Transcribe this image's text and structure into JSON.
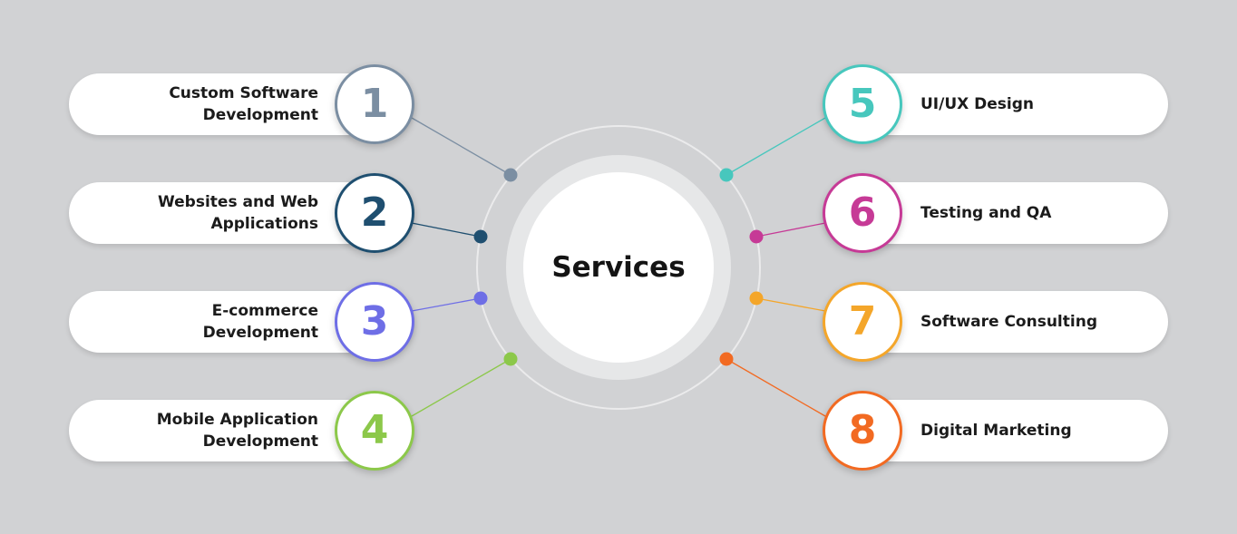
{
  "title": "Services",
  "services": [
    {
      "number": "1",
      "label": "Custom Software\nDevelopment",
      "color": "#7b8ea2",
      "side": "left"
    },
    {
      "number": "2",
      "label": "Websites and Web\nApplications",
      "color": "#1f4f70",
      "side": "left"
    },
    {
      "number": "3",
      "label": "E-commerce\nDevelopment",
      "color": "#6e6ee6",
      "side": "left"
    },
    {
      "number": "4",
      "label": "Mobile Application\nDevelopment",
      "color": "#8cc84a",
      "side": "left"
    },
    {
      "number": "5",
      "label": "UI/UX Design",
      "color": "#47c7bd",
      "side": "right"
    },
    {
      "number": "6",
      "label": "Testing and QA",
      "color": "#c63a96",
      "side": "right"
    },
    {
      "number": "7",
      "label": "Software Consulting",
      "color": "#f4a62a",
      "side": "right"
    },
    {
      "number": "8",
      "label": "Digital Marketing",
      "color": "#f26a22",
      "side": "right"
    }
  ]
}
